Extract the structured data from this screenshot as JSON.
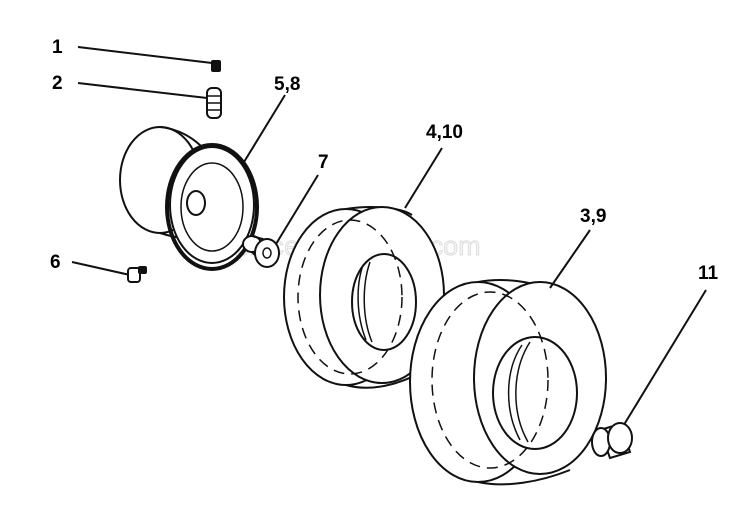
{
  "watermark": "eReplacementParts.com",
  "callouts": [
    {
      "id": "1",
      "label": "1"
    },
    {
      "id": "2",
      "label": "2"
    },
    {
      "id": "5-8",
      "label": "5,8"
    },
    {
      "id": "7",
      "label": "7"
    },
    {
      "id": "4-10",
      "label": "4,10"
    },
    {
      "id": "3-9",
      "label": "3,9"
    },
    {
      "id": "6",
      "label": "6"
    },
    {
      "id": "11",
      "label": "11"
    }
  ],
  "colors": {
    "ink": "#111111",
    "background": "#ffffff"
  }
}
